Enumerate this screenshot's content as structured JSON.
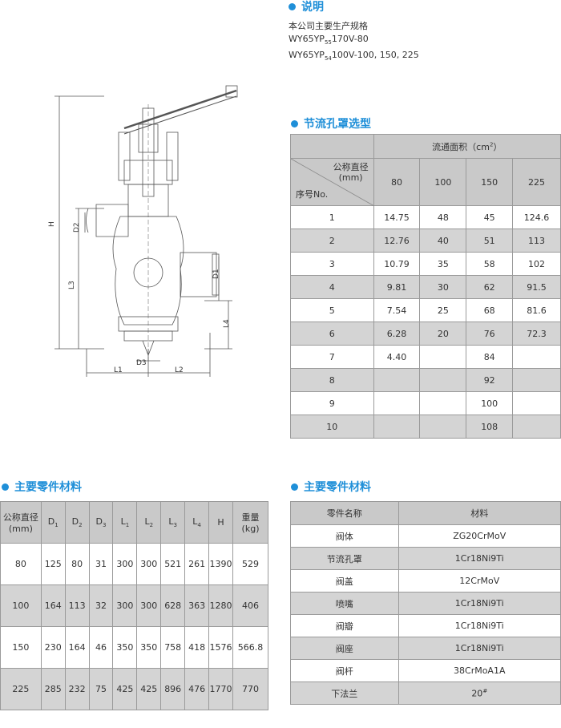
{
  "intro": {
    "title": "说明",
    "lines": [
      "本公司主要生产规格",
      "WY65YP",
      "170V-80",
      "WY65YP",
      "100V-100, 150, 225"
    ],
    "sub1": "55",
    "sub2": "54"
  },
  "drawing_labels": {
    "H": "H",
    "D2": "D2",
    "L3": "L3",
    "D1": "D1",
    "L4": "L4",
    "D3": "D3",
    "L1": "L1",
    "L2": "L2"
  },
  "throttle": {
    "title": "节流孔罩选型",
    "flow_area": "流通面积（cm",
    "flow_sup": "2",
    "flow_close": "）",
    "diag_top": "公称直径",
    "diag_unit": "(mm)",
    "diag_bottom": "序号No.",
    "sizes": [
      "80",
      "100",
      "150",
      "225"
    ],
    "rows": [
      [
        "1",
        "14.75",
        "48",
        "45",
        "124.6"
      ],
      [
        "2",
        "12.76",
        "40",
        "51",
        "113"
      ],
      [
        "3",
        "10.79",
        "35",
        "58",
        "102"
      ],
      [
        "4",
        "9.81",
        "30",
        "62",
        "91.5"
      ],
      [
        "5",
        "7.54",
        "25",
        "68",
        "81.6"
      ],
      [
        "6",
        "6.28",
        "20",
        "76",
        "72.3"
      ],
      [
        "7",
        "4.40",
        "",
        "84",
        ""
      ],
      [
        "8",
        "",
        "",
        "92",
        ""
      ],
      [
        "9",
        "",
        "",
        "100",
        ""
      ],
      [
        "10",
        "",
        "",
        "108",
        ""
      ]
    ]
  },
  "dims": {
    "title": "主要零件材料",
    "h_dn": "公称直径",
    "h_dn_unit": "(mm)",
    "h_d": "D",
    "h_l": "L",
    "h_h": "H",
    "s1": "1",
    "s2": "2",
    "s3": "3",
    "s4": "4",
    "h_weight": "重量",
    "h_weight_unit": "(kg)",
    "rows": [
      [
        "80",
        "125",
        "80",
        "31",
        "300",
        "300",
        "521",
        "261",
        "1390",
        "529"
      ],
      [
        "100",
        "164",
        "113",
        "32",
        "300",
        "300",
        "628",
        "363",
        "1280",
        "406"
      ],
      [
        "150",
        "230",
        "164",
        "46",
        "350",
        "350",
        "758",
        "418",
        "1576",
        "566.8"
      ],
      [
        "225",
        "285",
        "232",
        "75",
        "425",
        "425",
        "896",
        "476",
        "1770",
        "770"
      ]
    ]
  },
  "materials": {
    "title": "主要零件材料",
    "h_part": "零件名称",
    "h_material": "材料",
    "rows": [
      [
        "阀体",
        "ZG20CrMoV"
      ],
      [
        "节流孔罩",
        "1Cr18Ni9Ti"
      ],
      [
        "阀盖",
        "12CrMoV"
      ],
      [
        "喷嘴",
        "1Cr18Ni9Ti"
      ],
      [
        "阀瓣",
        "1Cr18Ni9Ti"
      ],
      [
        "阀座",
        "1Cr18Ni9Ti"
      ],
      [
        "阀杆",
        "38CrMoA1A"
      ],
      [
        "下法兰",
        "20"
      ]
    ],
    "last_sup": "#"
  }
}
